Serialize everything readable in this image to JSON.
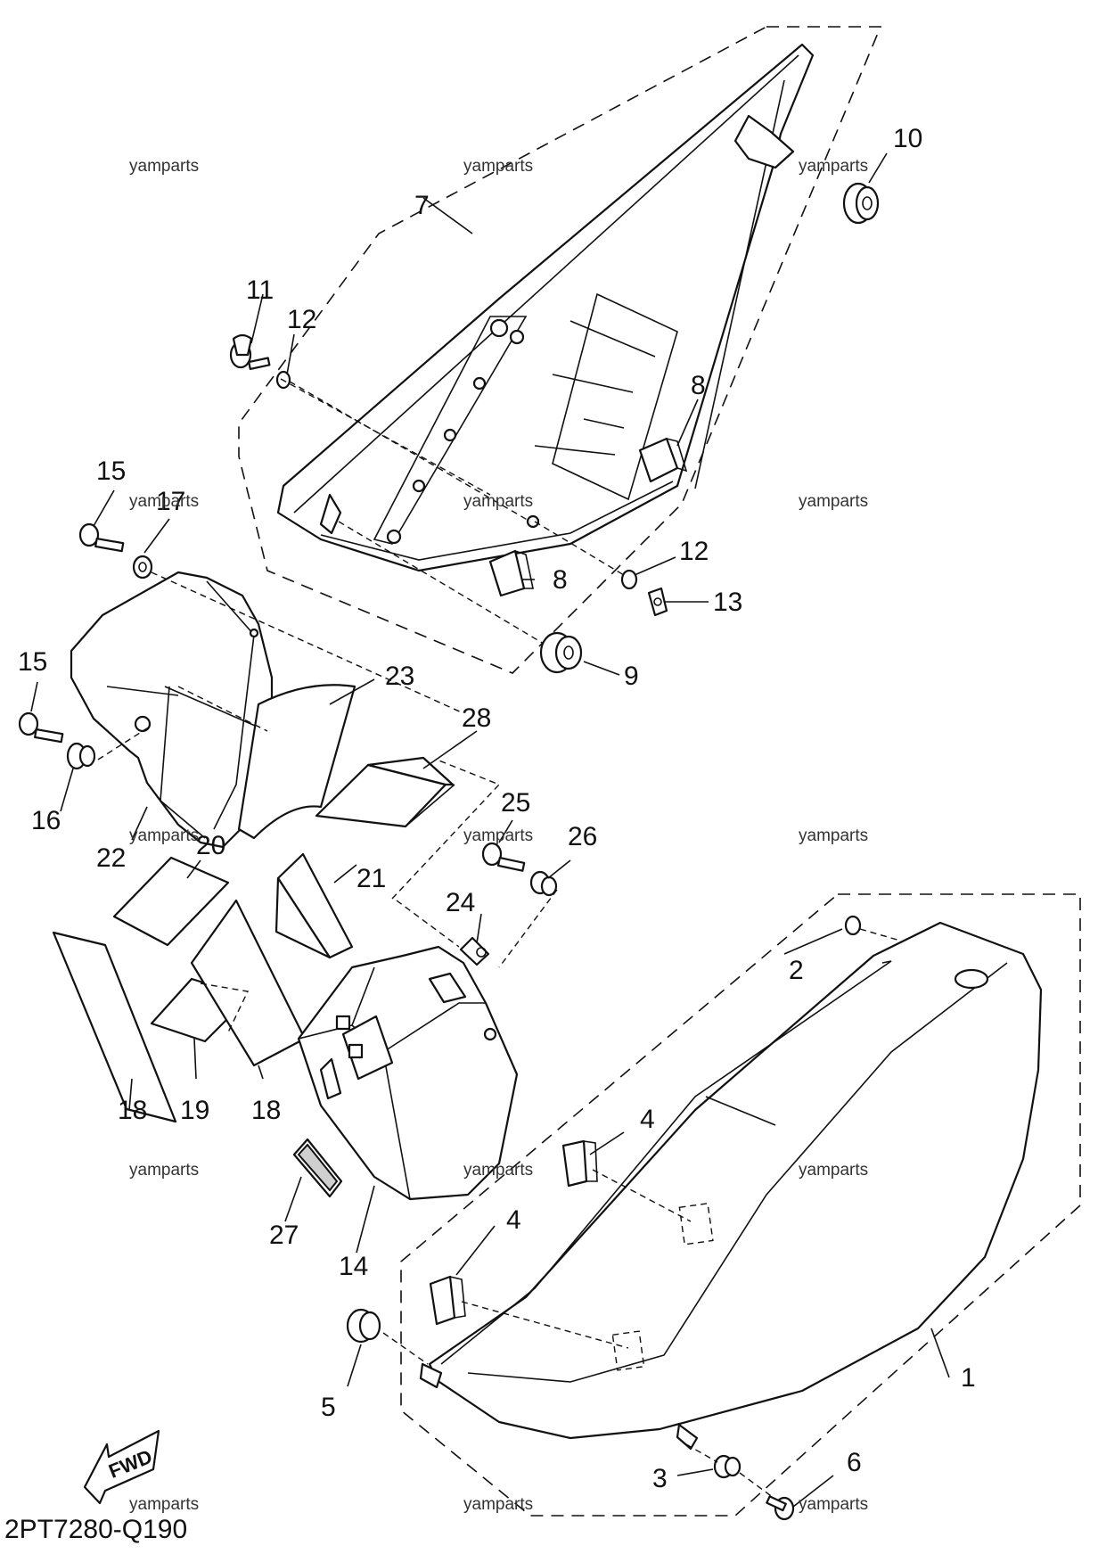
{
  "diagram": {
    "code": "2PT7280-Q190",
    "fwd_label": "FWD",
    "watermark": "yamparts",
    "callouts": {
      "c1": "1",
      "c2": "2",
      "c3": "3",
      "c4a": "4",
      "c4b": "4",
      "c5": "5",
      "c6": "6",
      "c7": "7",
      "c8a": "8",
      "c8b": "8",
      "c9": "9",
      "c10": "10",
      "c11": "11",
      "c12a": "12",
      "c12b": "12",
      "c13": "13",
      "c14": "14",
      "c15a": "15",
      "c15b": "15",
      "c16": "16",
      "c17": "17",
      "c18a": "18",
      "c18b": "18",
      "c19": "19",
      "c20": "20",
      "c21": "21",
      "c22": "22",
      "c23": "23",
      "c24": "24",
      "c25": "25",
      "c26": "26",
      "c27": "27",
      "c28": "28"
    }
  }
}
